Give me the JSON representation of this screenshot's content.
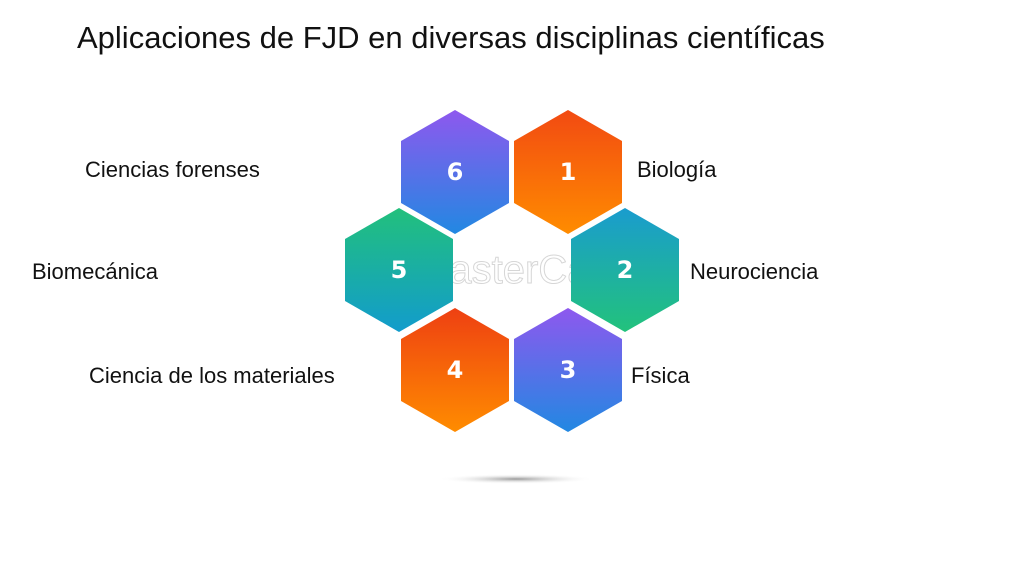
{
  "title": "Aplicaciones de FJD en diversas disciplinas científicas",
  "watermark": "FasterCapital",
  "items": [
    {
      "number": "1",
      "label": "Biología",
      "colors": [
        "#f24a12",
        "#ff8c00"
      ]
    },
    {
      "number": "2",
      "label": "Neurociencia",
      "colors": [
        "#1a9cce",
        "#22c27c"
      ]
    },
    {
      "number": "3",
      "label": "Física",
      "colors": [
        "#8e58ee",
        "#2288e2"
      ]
    },
    {
      "number": "4",
      "label": "Ciencia de los materiales",
      "colors": [
        "#ee4012",
        "#ff8c00"
      ]
    },
    {
      "number": "5",
      "label": "Biomecánica",
      "colors": [
        "#22c07c",
        "#129ccc"
      ]
    },
    {
      "number": "6",
      "label": "Ciencias forenses",
      "colors": [
        "#8e58ee",
        "#2288e2"
      ]
    }
  ]
}
